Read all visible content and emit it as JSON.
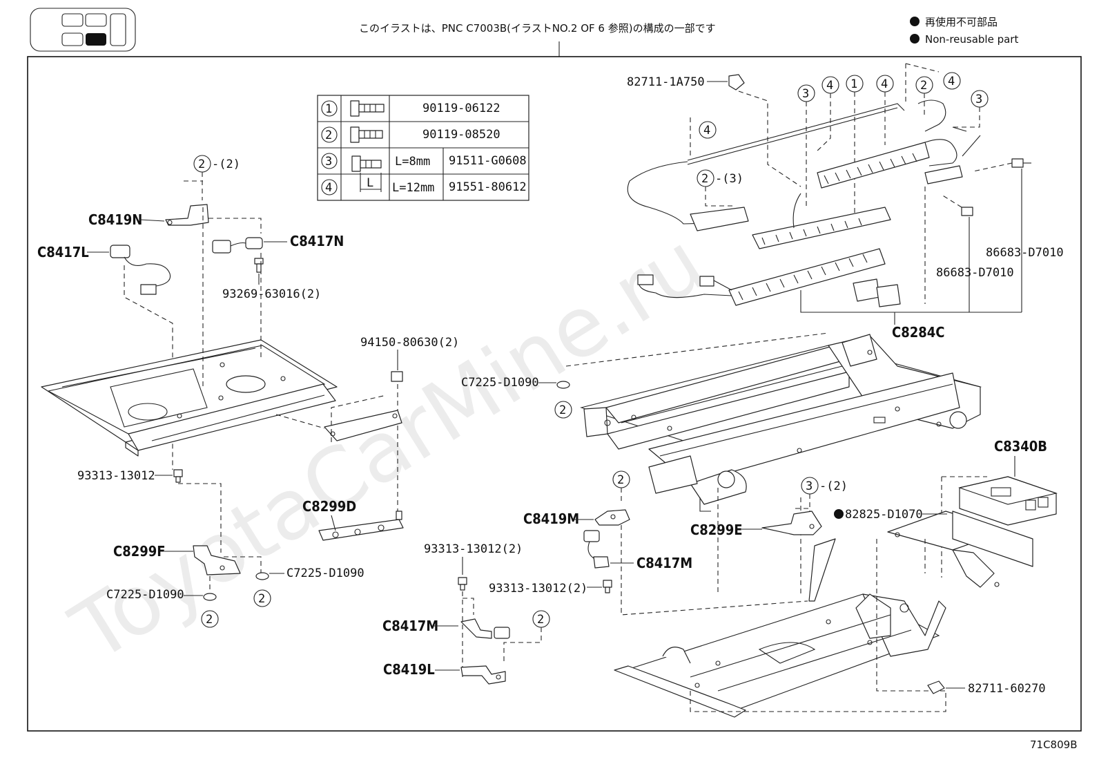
{
  "header": {
    "note": "このイラストは、PNC C7003B(イラストNO.2 OF 6 参照)の構成の一部です",
    "legend_jp": "再使用不可部品",
    "legend_en": "Non-reusable part"
  },
  "watermark": "ToyotaCarMine.ru",
  "footer_code": "71C809B",
  "bolt_table": {
    "rows": [
      {
        "num": "1",
        "spec": "",
        "part": "90119-06122"
      },
      {
        "num": "2",
        "spec": "",
        "part": "90119-08520"
      },
      {
        "num": "3",
        "spec": "L=8mm",
        "part": "91511-G0608"
      },
      {
        "num": "4",
        "spec": "L=12mm",
        "part": "91551-80612"
      }
    ],
    "dim_label": "L"
  },
  "labels": {
    "c8419n": "C8419N",
    "c8417l": "C8417L",
    "c8417n": "C8417N",
    "p93269": "93269-63016(2)",
    "p94150": "94150-80630(2)",
    "p93313a": "93313-13012",
    "c8299d": "C8299D",
    "c8299f": "C8299F",
    "c7225a": "C7225-D1090",
    "c7225b": "C7225-D1090",
    "c7225c": "C7225-D1090",
    "p93313b": "93313-13012(2)",
    "c8417m_a": "C8417M",
    "c8419l": "C8419L",
    "p82711a": "82711-1A750",
    "p86683a": "86683-D7010",
    "p86683b": "86683-D7010",
    "c8284c": "C8284C",
    "c8340b": "C8340B",
    "p82825": "82825-D1070",
    "c8419m": "C8419M",
    "c8417m_b": "C8417M",
    "p93313c": "93313-13012(2)",
    "c8299e": "C8299E",
    "p82711b": "82711-60270"
  },
  "callouts": {
    "two_x2": "2",
    "two_x2_qty": "-(2)",
    "two_x3": "2",
    "two_x3_qty": "-(3)",
    "three_x2": "3",
    "three_x2_qty": "-(2)",
    "n1": "1",
    "n2": "2",
    "n3": "3",
    "n4": "4"
  }
}
